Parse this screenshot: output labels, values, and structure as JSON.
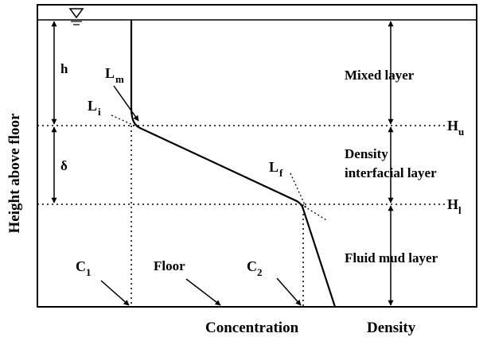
{
  "diagram": {
    "y_axis_label": "Height above floor",
    "x_axis_label": "Concentration",
    "right_axis_label": "Density",
    "symbols": {
      "h": "h",
      "delta": "δ",
      "Lm_main": "L",
      "Lm_sub": "m",
      "Li_main": "L",
      "Li_sub": "i",
      "Lf_main": "L",
      "Lf_sub": "f",
      "Hu_main": "H",
      "Hu_sub": "u",
      "Hl_main": "H",
      "Hl_sub": "l",
      "C1_main": "C",
      "C1_sub": "1",
      "C2_main": "C",
      "C2_sub": "2",
      "floor": "Floor"
    },
    "layers": {
      "mixed": "Mixed layer",
      "interfacial_line1": "Density",
      "interfacial_line2": "interfacial layer",
      "fluid_mud": "Fluid mud layer"
    }
  }
}
